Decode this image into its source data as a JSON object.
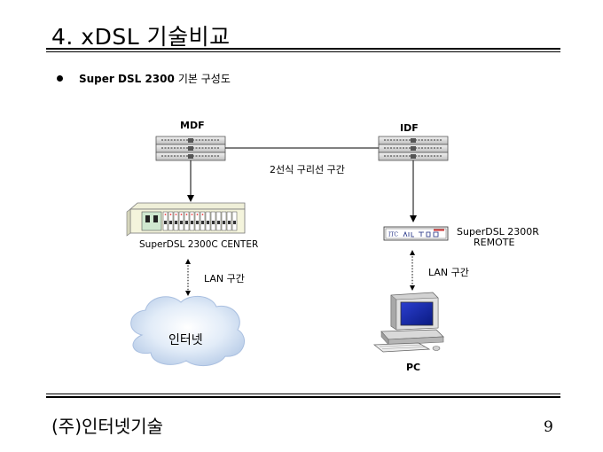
{
  "header": {
    "title": "4. xDSL 기술비교"
  },
  "bullet": {
    "bold": "Super DSL 2300",
    "rest": "기본 구성도"
  },
  "diagram": {
    "mdf_label": "MDF",
    "idf_label": "IDF",
    "link_label": "2선식 구리선 구간",
    "center_label": "SuperDSL 2300C CENTER",
    "remote_label_line1": "SuperDSL 2300R",
    "remote_label_line2": "REMOTE",
    "lan_left": "LAN 구간",
    "lan_right": "LAN 구간",
    "internet_label": "인터넷",
    "pc_label": "PC",
    "remote_brand": "ITC"
  },
  "footer": {
    "company": "(주)인터넷기술",
    "page_number": "9"
  }
}
